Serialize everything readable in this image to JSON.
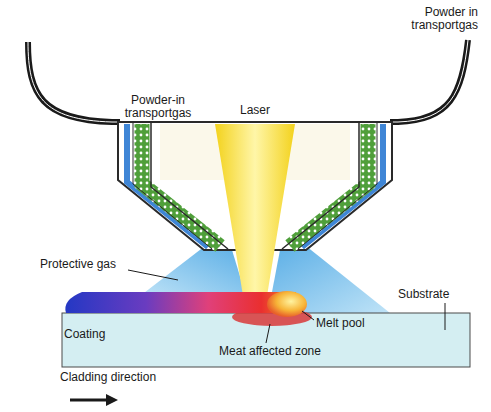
{
  "diagram": {
    "labels": [
      "Powder in transportgas",
      "Powder-in transportgas",
      "Laser",
      "Protective gas",
      "Substrate",
      "Coating",
      "Melt pool",
      "Meat affected zone",
      "Cladding direction"
    ]
  }
}
